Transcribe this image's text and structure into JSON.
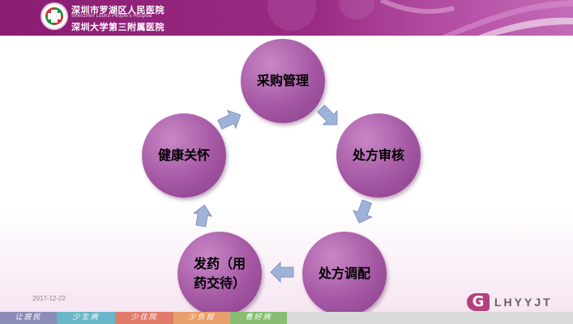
{
  "header": {
    "hospital_name_1": "深圳市罗湖区人民医院",
    "hospital_name_en": "Shenzhen Luohu People’s Hospital",
    "hospital_name_2": "深圳大学第三附属医院"
  },
  "cycle": {
    "steps": [
      {
        "label": "采购管理"
      },
      {
        "label": "处方审核"
      },
      {
        "label": "处方调配"
      },
      {
        "label_line1": "发药（用",
        "label_line2": "药交待）"
      },
      {
        "label": "健康关怀"
      }
    ]
  },
  "footer": {
    "date": "2017-12-22",
    "brand_letter": "G",
    "brand_text": "LHYYJT",
    "segments": [
      {
        "label": "让居民",
        "color": "#8c8cb8"
      },
      {
        "label": "少生病",
        "color": "#69b7c8"
      },
      {
        "label": "少住院",
        "color": "#e07b6a"
      },
      {
        "label": "少负担",
        "color": "#e9a06c"
      },
      {
        "label": "看好病",
        "color": "#88bd73"
      }
    ]
  },
  "colors": {
    "banner": "#8a1c72",
    "circle": "#a457a3",
    "arrow": "#9fb3d9"
  }
}
